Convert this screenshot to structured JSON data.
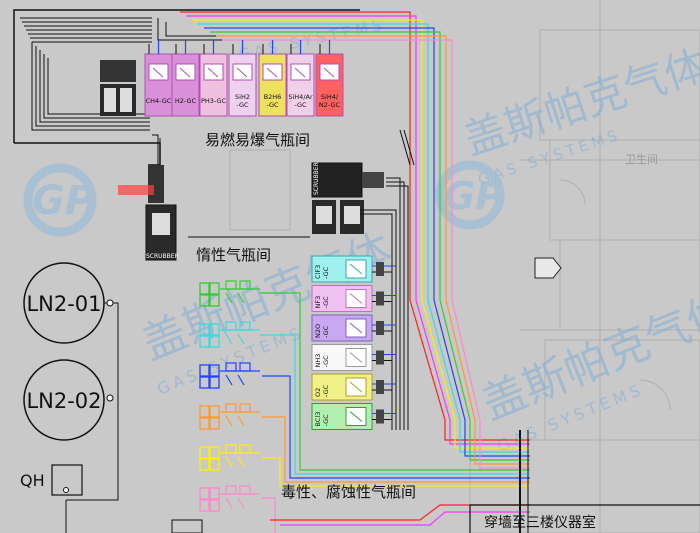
{
  "top_cabinets": [
    "CH4-GC",
    "H2-GC",
    "PH3-GC",
    "SiH2\n-GC",
    "B2H6\n-GC",
    "SiH4/Ar\n-GC",
    "SiH4/\nN2-GC"
  ],
  "room_labels": {
    "flammable": "易燃易爆气瓶间",
    "inert": "惰性气瓶间",
    "toxic": "毒性、腐蚀性气瓶间",
    "exit": "穿墙至三楼仪器室",
    "restroom": "卫生间"
  },
  "scrubber_label": "SCRUBBER",
  "tanks": [
    "LN2-01",
    "LN2-02"
  ],
  "qh_label": "QH",
  "right_cabinets": [
    "ClF3\n-GC",
    "NF3\n-GC",
    "N2O\n-GC",
    "NH3\n-GC",
    "O2\n-GC",
    "BCl3\n-GC"
  ],
  "watermark": {
    "logo": "GP",
    "cn": "盖斯帕克气体",
    "en": "GAS SYSTEMS"
  },
  "colors": {
    "background": "#c9c9c9",
    "line_black": "#111111",
    "pipe_red": "#ff2020",
    "pipe_magenta": "#ff33ff",
    "pipe_yellow": "#ffee00",
    "pipe_cyan": "#33dddd",
    "pipe_blue": "#2244ff",
    "pipe_green": "#33cc33",
    "pipe_orange": "#ff9933",
    "cab_magenta": "#d890d8",
    "cab_pink": "#f0c0e0",
    "cab_yellow": "#f0e060",
    "cab_red": "#ff6060"
  }
}
